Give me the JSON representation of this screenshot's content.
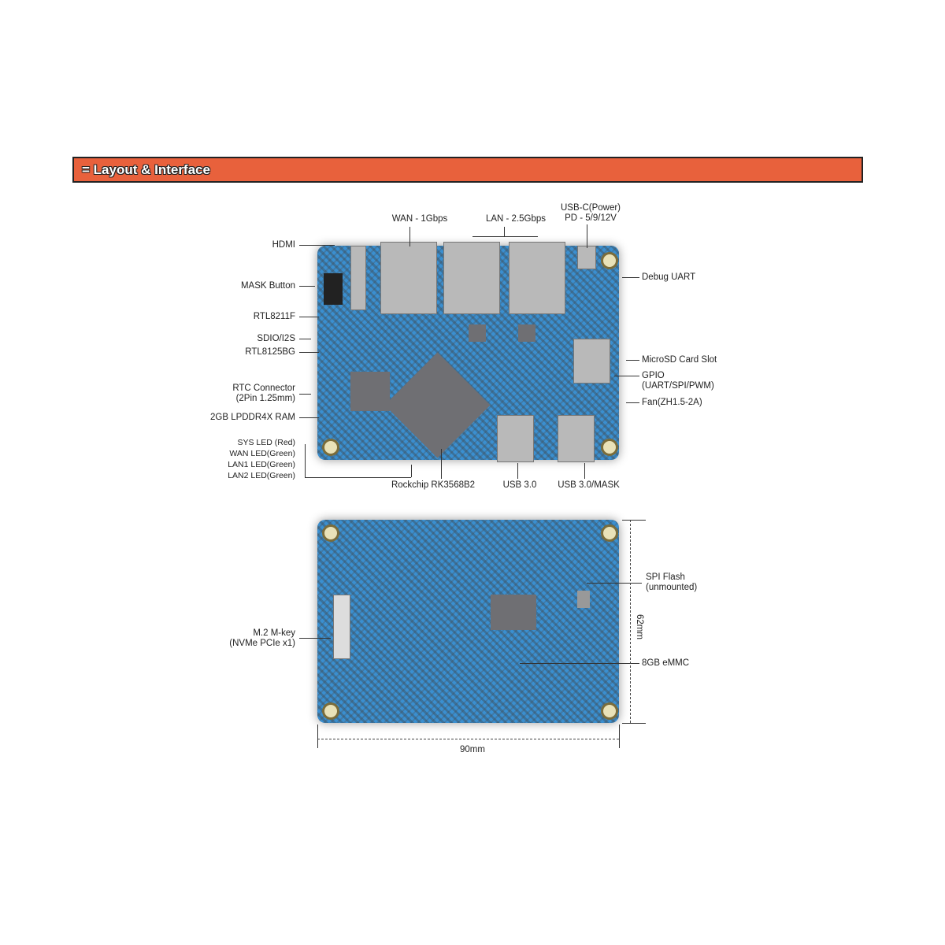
{
  "banner": {
    "title": "= Layout & Interface"
  },
  "top_labels": {
    "wan": "WAN - 1Gbps",
    "lan": "LAN - 2.5Gbps",
    "usbc_1": "USB-C(Power)",
    "usbc_2": "PD - 5/9/12V",
    "hdmi": "HDMI",
    "mask": "MASK Button",
    "rtl8211": "RTL8211F",
    "sdio": "SDIO/I2S",
    "rtl8125": "RTL8125BG",
    "rtc_1": "RTC Connector",
    "rtc_2": "(2Pin 1.25mm)",
    "ram": "2GB LPDDR4X RAM",
    "led_sys": "SYS LED  (Red)",
    "led_wan": "WAN  LED(Green)",
    "led_lan1": "LAN1  LED(Green)",
    "led_lan2": "LAN2  LED(Green)",
    "soc": "Rockchip RK3568B2",
    "usb3": "USB 3.0",
    "usb3mask": "USB 3.0/MASK",
    "debug": "Debug UART",
    "microsd": "MicroSD Card Slot",
    "gpio_1": "GPIO",
    "gpio_2": "(UART/SPI/PWM)",
    "fan": "Fan(ZH1.5-2A)"
  },
  "bottom_labels": {
    "m2_1": "M.2 M-key",
    "m2_2": "(NVMe PCIe x1)",
    "spi_1": "SPI Flash",
    "spi_2": "(unmounted)",
    "emmc": "8GB eMMC",
    "height": "62mm",
    "width": "90mm"
  }
}
